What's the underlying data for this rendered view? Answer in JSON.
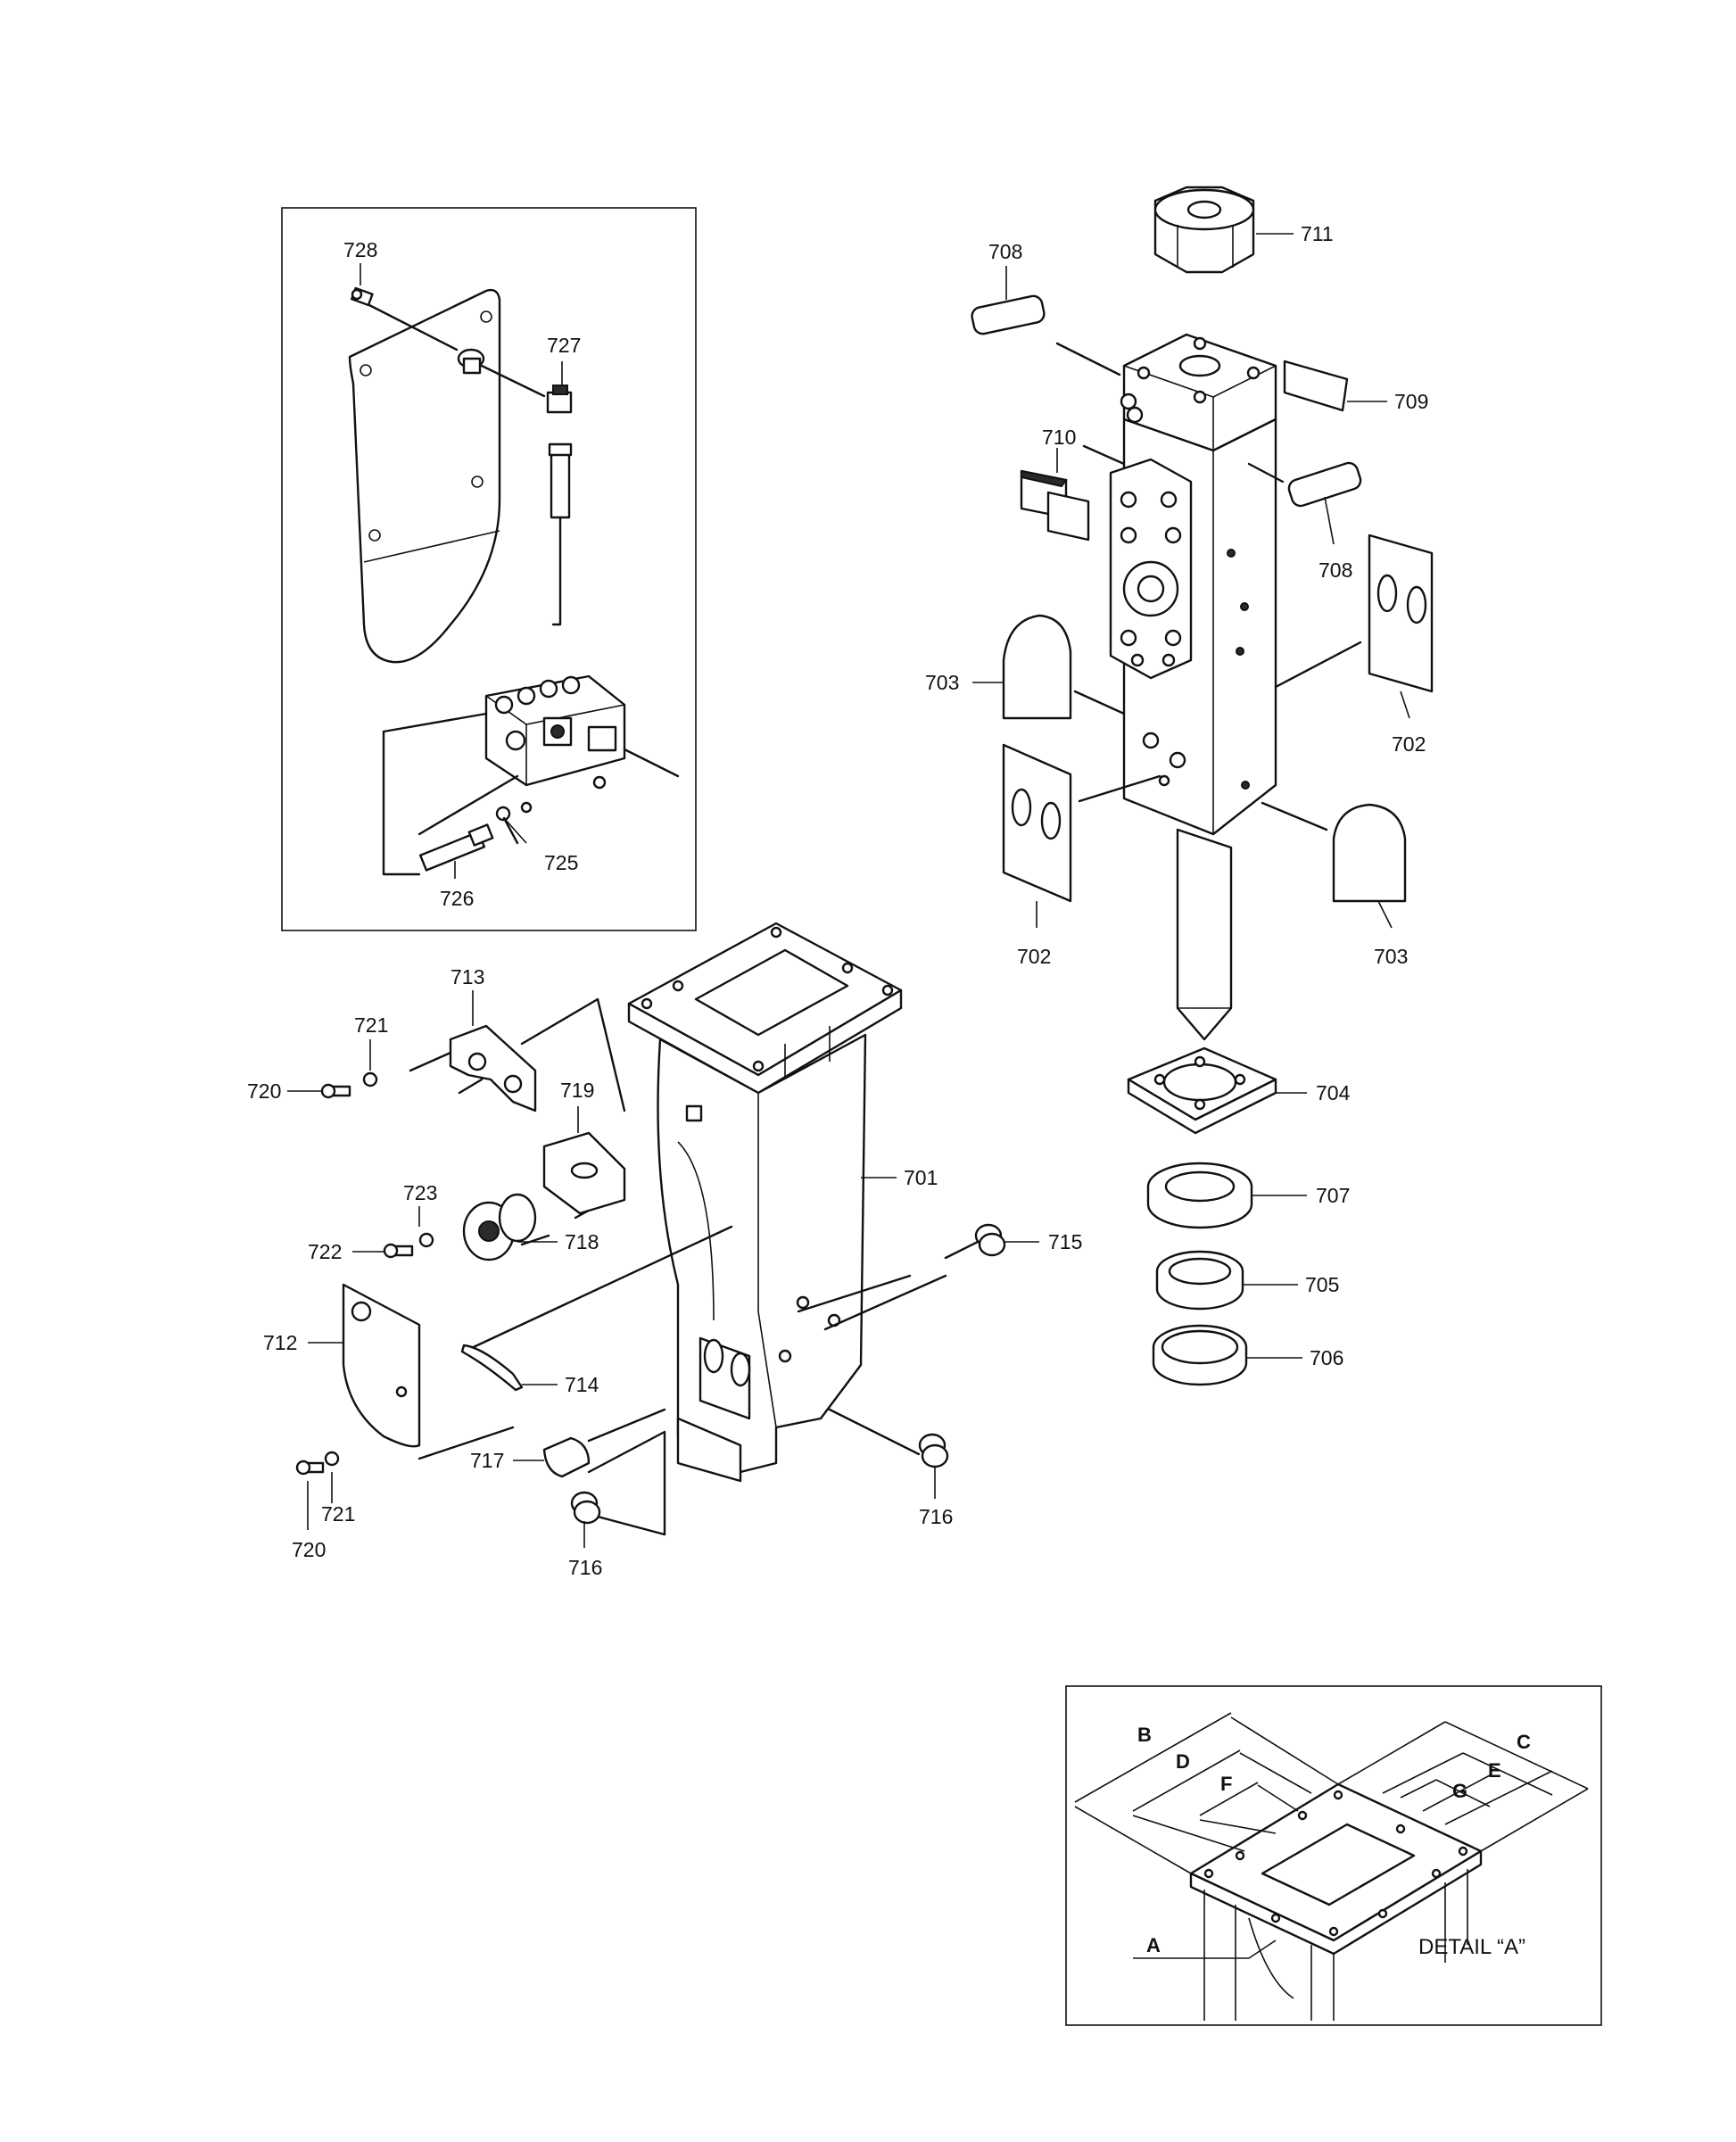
{
  "callouts": {
    "c701": "701",
    "c702a": "702",
    "c702b": "702",
    "c703a": "703",
    "c703b": "703",
    "c704": "704",
    "c705": "705",
    "c706": "706",
    "c707": "707",
    "c708a": "708",
    "c708b": "708",
    "c709": "709",
    "c710": "710",
    "c711": "711",
    "c712": "712",
    "c713": "713",
    "c714": "714",
    "c715": "715",
    "c716a": "716",
    "c716b": "716",
    "c717": "717",
    "c718": "718",
    "c719": "719",
    "c720a": "720",
    "c720b": "720",
    "c721a": "721",
    "c721b": "721",
    "c722": "722",
    "c723": "723",
    "c725": "725",
    "c726": "726",
    "c727": "727",
    "c728": "728"
  },
  "detail": {
    "caption": "DETAIL “A”",
    "dims": {
      "A": "A",
      "B": "B",
      "C": "C",
      "D": "D",
      "E": "E",
      "F": "F",
      "G": "G"
    }
  }
}
